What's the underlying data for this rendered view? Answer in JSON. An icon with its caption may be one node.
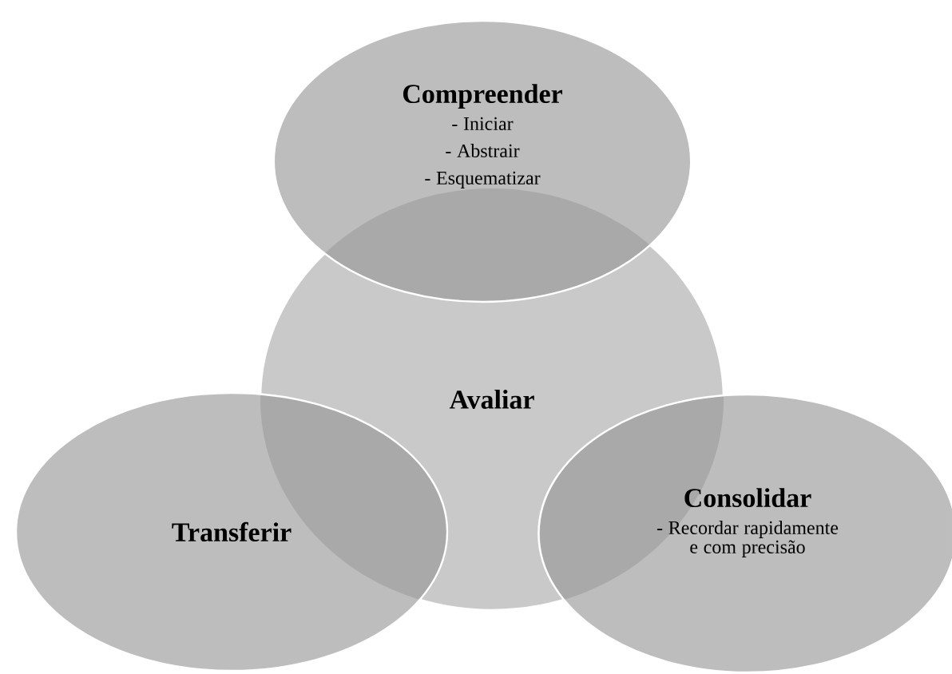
{
  "diagram": {
    "nodes": [
      {
        "text": [
          "Avaliar"
        ]
      },
      {
        "text": [
          "Compreender",
          "- Iniciar",
          "- Abstrair",
          "- Esquematizar"
        ]
      },
      {
        "text": [
          "Transferir"
        ]
      },
      {
        "text": [
          "Consolidar",
          "- Recordar rapidamente e com precisão"
        ]
      }
    ]
  }
}
